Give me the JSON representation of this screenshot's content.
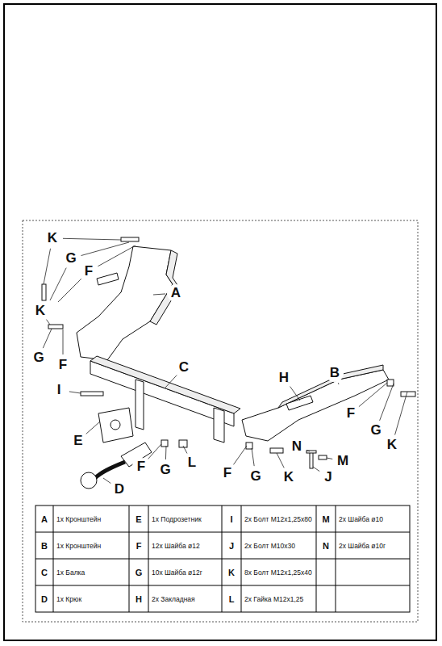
{
  "diagram": {
    "labels": [
      "K",
      "G",
      "F",
      "A",
      "K",
      "G",
      "F",
      "C",
      "H",
      "B",
      "I",
      "F",
      "G",
      "K",
      "E",
      "N",
      "M",
      "F",
      "G",
      "L",
      "F",
      "G",
      "K",
      "J",
      "D",
      "A",
      "1х Кронштейн",
      "E",
      "1х Подрозетник",
      "I",
      "2х Болт М12х1,25х80",
      "M",
      "2х Шайба ø10",
      "B",
      "1х Кронштейн",
      "F",
      "12х Шайба ø12",
      "J",
      "2х Болт М10х30",
      "N",
      "2х Шайба ø10г",
      "C",
      "1х Балка",
      "G",
      "10х Шайба ø12г",
      "K",
      "8х Болт М12х1,25х40",
      "D",
      "1х Крюк",
      "H",
      "2х Закладная",
      "L",
      "2х Гайка М12х1,25"
    ]
  }
}
